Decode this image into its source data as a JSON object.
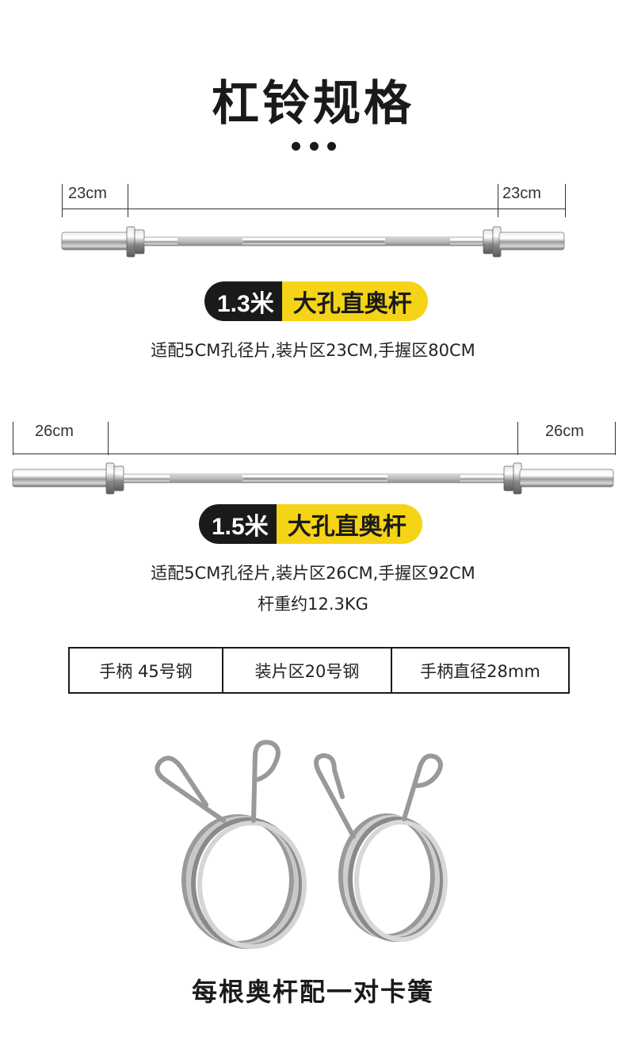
{
  "page": {
    "title": "杠铃规格",
    "footer": "每根奥杆配一对卡簧"
  },
  "bar_1_3": {
    "left_dim": "23cm",
    "right_dim": "23cm",
    "badge_length": "1.3米",
    "badge_type": "大孔直奥杆",
    "desc": "适配5CM孔径片,装片区23CM,手握区80CM"
  },
  "bar_1_5": {
    "left_dim": "26cm",
    "right_dim": "26cm",
    "badge_length": "1.5米",
    "badge_type": "大孔直奥杆",
    "desc": "适配5CM孔径片,装片区26CM,手握区92CM",
    "weight": "杆重约12.3KG"
  },
  "spec_table": {
    "cells": [
      "手柄 45号钢",
      "装片区20号钢",
      "手柄直径28mm"
    ]
  },
  "colors": {
    "accent": "#f5d316",
    "dark": "#1a1a1a"
  }
}
